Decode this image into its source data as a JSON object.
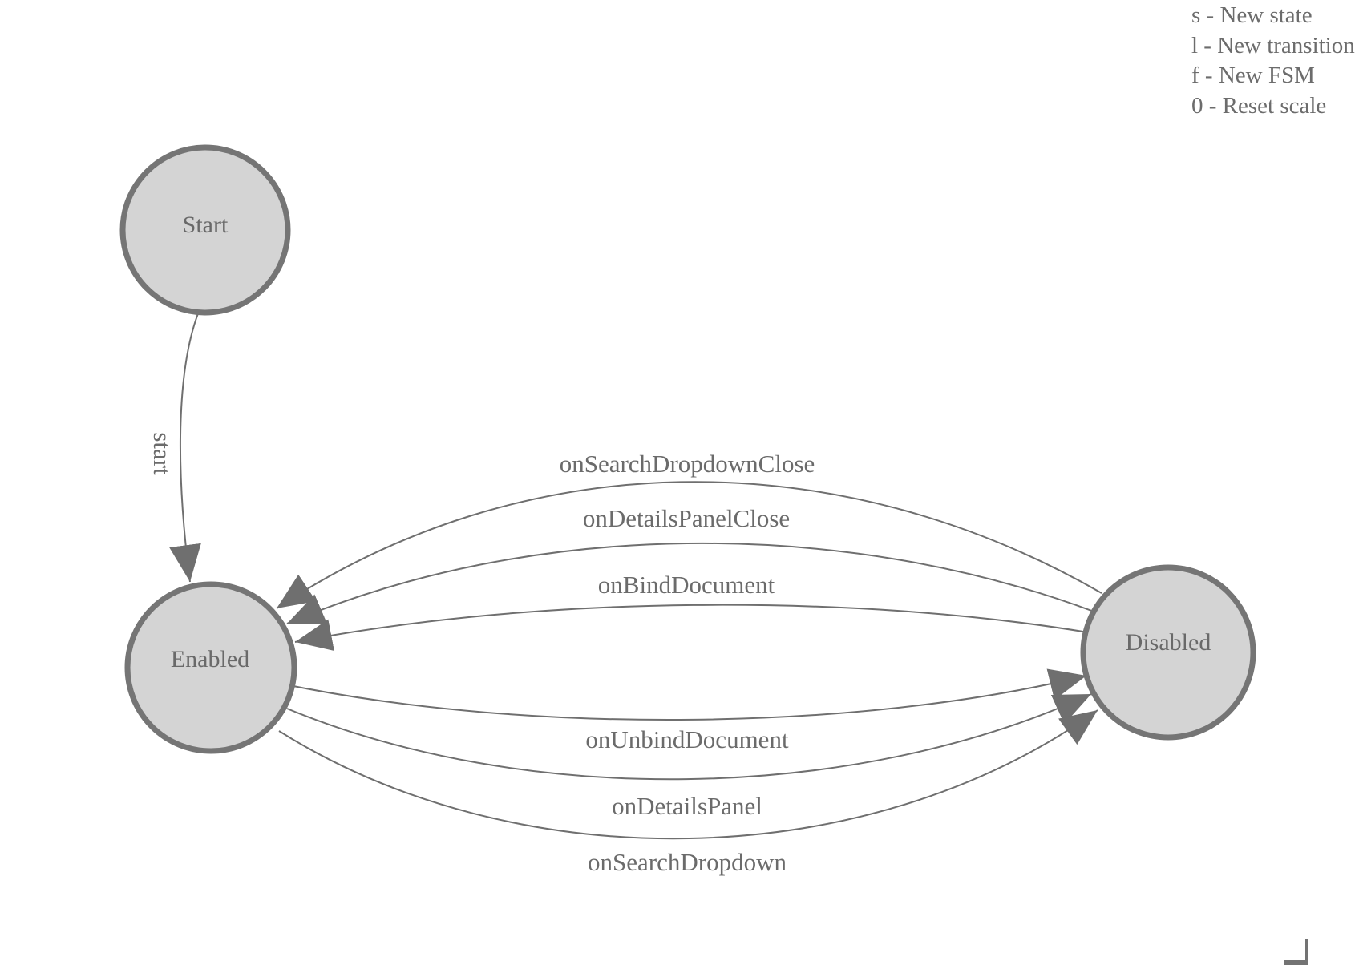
{
  "legend": {
    "items": [
      "s - New state",
      "l - New transition",
      "f - New FSM",
      "0 - Reset scale"
    ]
  },
  "states": {
    "start": {
      "label": "Start"
    },
    "enabled": {
      "label": "Enabled"
    },
    "disabled": {
      "label": "Disabled"
    }
  },
  "transitions": {
    "start": {
      "label": "start",
      "from": "Start",
      "to": "Enabled"
    },
    "onSearchDropdownClose": {
      "label": "onSearchDropdownClose",
      "from": "Disabled",
      "to": "Enabled"
    },
    "onDetailsPanelClose": {
      "label": "onDetailsPanelClose",
      "from": "Disabled",
      "to": "Enabled"
    },
    "onBindDocument": {
      "label": "onBindDocument",
      "from": "Disabled",
      "to": "Enabled"
    },
    "onUnbindDocument": {
      "label": "onUnbindDocument",
      "from": "Enabled",
      "to": "Disabled"
    },
    "onDetailsPanel": {
      "label": "onDetailsPanel",
      "from": "Enabled",
      "to": "Disabled"
    },
    "onSearchDropdown": {
      "label": "onSearchDropdown",
      "from": "Enabled",
      "to": "Disabled"
    }
  },
  "colors": {
    "background": "#ffffff",
    "node_fill": "#d4d4d4",
    "node_stroke": "#757575",
    "edge_stroke": "#6f6f6f",
    "arrow_fill": "#6f6f6f",
    "node_text": "#696969",
    "edge_text": "#6b6b6b",
    "legend_text": "#6c6c6c"
  }
}
